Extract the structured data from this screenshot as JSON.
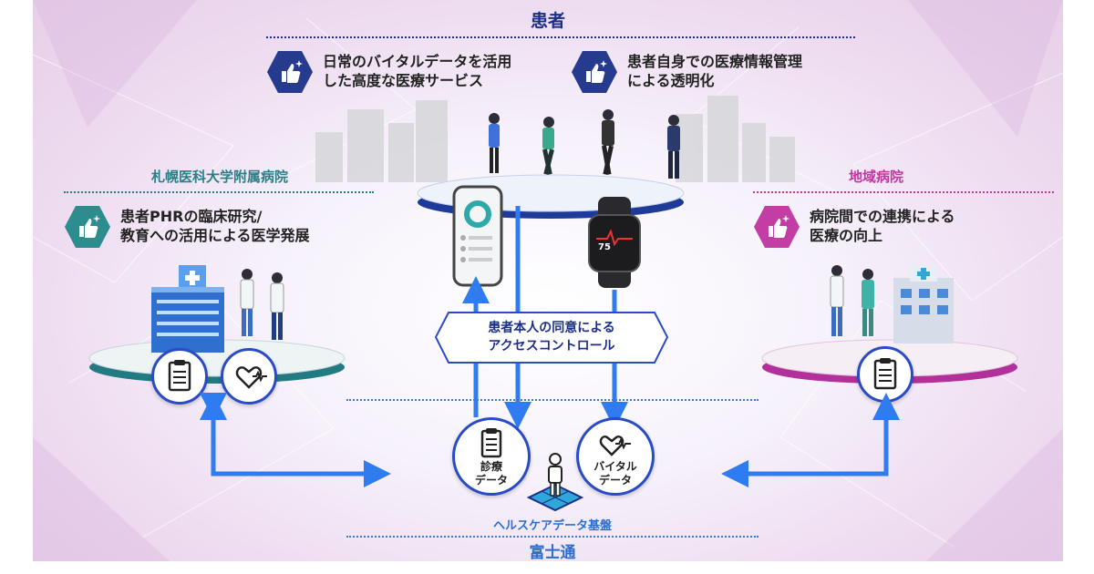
{
  "colors": {
    "navy": "#1b2f8a",
    "teal": "#2a7f86",
    "magenta": "#c2379e",
    "blue_arrow": "#2f7bf0",
    "dark_hex": "#263a8e",
    "teal_hex": "#2c8c8e",
    "pink_hex": "#c23ea4"
  },
  "top": {
    "title": "患者",
    "benefit1": {
      "icon": "thumbs-up-sparkle-icon",
      "line1": "日常のバイタルデータを活用",
      "line2": "した高度な医療サービス"
    },
    "benefit2": {
      "icon": "thumbs-up-sparkle-icon",
      "line1": "患者自身での医療情報管理",
      "line2": "による透明化"
    }
  },
  "left": {
    "title": "札幌医科大学附属病院",
    "benefit": {
      "icon": "thumbs-up-sparkle-icon",
      "line1": "患者PHRの臨床研究/",
      "line2": "教育への活用による医学発展"
    }
  },
  "right": {
    "title": "地域病院",
    "benefit": {
      "icon": "thumbs-up-sparkle-icon",
      "line1": "病院間での連携による",
      "line2": "医療の向上"
    }
  },
  "center": {
    "consent_line1": "患者本人の同意による",
    "consent_line2": "アクセスコントロール",
    "watch_reading": "75"
  },
  "bottom": {
    "record_line1": "診療",
    "record_line2": "データ",
    "vital_line1": "バイタル",
    "vital_line2": "データ",
    "platform": "ヘルスケアデータ基盤",
    "provider": "富士通"
  }
}
